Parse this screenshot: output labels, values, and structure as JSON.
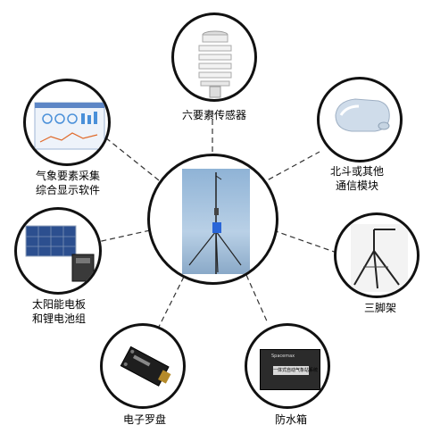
{
  "center": {
    "name": "automatic-weather-station"
  },
  "nodes": [
    {
      "id": "sensor",
      "label_lines": [
        "六要素传感器"
      ],
      "icon": "weather-sensor-icon"
    },
    {
      "id": "comm",
      "label_lines": [
        "北斗或其他",
        "通信模块"
      ],
      "icon": "comm-module-icon"
    },
    {
      "id": "tripod",
      "label_lines": [
        "三脚架"
      ],
      "icon": "tripod-icon"
    },
    {
      "id": "case",
      "label_lines": [
        "防水箱"
      ],
      "icon": "waterproof-case-icon"
    },
    {
      "id": "compass",
      "label_lines": [
        "电子罗盘"
      ],
      "icon": "electronic-compass-icon"
    },
    {
      "id": "solar",
      "label_lines": [
        "太阳能电板",
        "和锂电池组"
      ],
      "icon": "solar-battery-icon"
    },
    {
      "id": "software",
      "label_lines": [
        "气象要素采集",
        "综合显示软件"
      ],
      "icon": "software-screen-icon"
    }
  ],
  "case_text": "一体式自动气象站系统",
  "case_brand": "Spacemax",
  "colors": {
    "border": "#111111",
    "connector": "#333333"
  }
}
